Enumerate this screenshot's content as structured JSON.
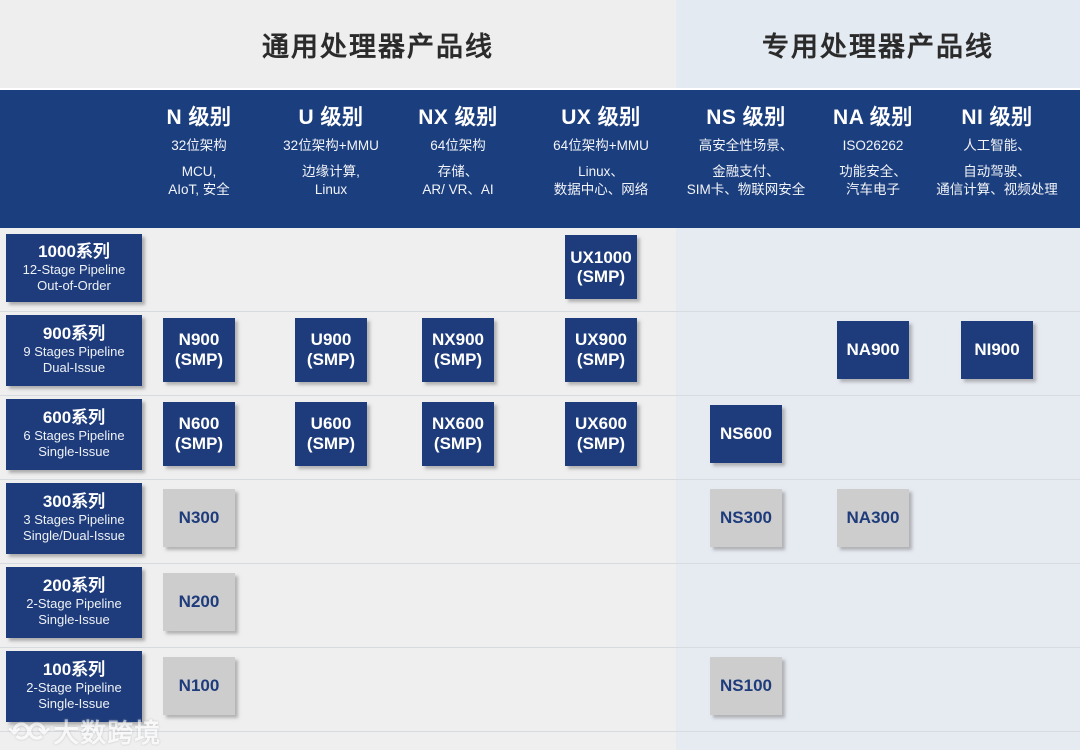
{
  "banner": {
    "left_title": "通用处理器产品线",
    "right_title": "专用处理器产品线"
  },
  "colors": {
    "navy": "#1e3c7b",
    "header_band": "#1b3e7e",
    "grey_chip": "#cdcdcd",
    "zone_left_bg": "#efefef",
    "zone_right_bg": "#e6eaf1",
    "banner_left_bg": "#eeeeee",
    "banner_right_bg": "#e4eaf2"
  },
  "columns": [
    {
      "key": "N",
      "title": "N 级别",
      "arch": "32位架构",
      "apps": [
        "MCU,",
        "AIoT, 安全"
      ]
    },
    {
      "key": "U",
      "title": "U 级别",
      "arch": "32位架构+MMU",
      "apps": [
        "边缘计算,",
        "Linux"
      ]
    },
    {
      "key": "NX",
      "title": "NX 级别",
      "arch": "64位架构",
      "apps": [
        "存储、",
        "AR/ VR、AI"
      ]
    },
    {
      "key": "UX",
      "title": "UX 级别",
      "arch": "64位架构+MMU",
      "apps": [
        "Linux、",
        "数据中心、网络"
      ]
    },
    {
      "key": "NS",
      "title": "NS 级别",
      "arch": "高安全性场景、",
      "apps": [
        "金融支付、",
        "SIM卡、物联网安全"
      ]
    },
    {
      "key": "NA",
      "title": "NA 级别",
      "arch": "ISO26262",
      "apps": [
        "功能安全、",
        "汽车电子"
      ]
    },
    {
      "key": "NI",
      "title": "NI 级别",
      "arch": "人工智能、",
      "apps": [
        "自动驾驶、",
        "通信计算、视频处理"
      ]
    }
  ],
  "rows": [
    {
      "name": "1000系列",
      "sub1": "12-Stage Pipeline",
      "sub2": "Out-of-Order"
    },
    {
      "name": "900系列",
      "sub1": "9 Stages Pipeline",
      "sub2": "Dual-Issue"
    },
    {
      "name": "600系列",
      "sub1": "6 Stages Pipeline",
      "sub2": "Single-Issue"
    },
    {
      "name": "300系列",
      "sub1": "3 Stages Pipeline",
      "sub2": "Single/Dual-Issue"
    },
    {
      "name": "200系列",
      "sub1": "2-Stage Pipeline",
      "sub2": "Single-Issue"
    },
    {
      "name": "100系列",
      "sub1": "2-Stage Pipeline",
      "sub2": "Single-Issue"
    }
  ],
  "chips": [
    {
      "row": 0,
      "col": "UX",
      "line1": "UX1000",
      "line2": "(SMP)",
      "style": "navy"
    },
    {
      "row": 1,
      "col": "N",
      "line1": "N900",
      "line2": "(SMP)",
      "style": "navy"
    },
    {
      "row": 1,
      "col": "U",
      "line1": "U900",
      "line2": "(SMP)",
      "style": "navy"
    },
    {
      "row": 1,
      "col": "NX",
      "line1": "NX900",
      "line2": "(SMP)",
      "style": "navy"
    },
    {
      "row": 1,
      "col": "UX",
      "line1": "UX900",
      "line2": "(SMP)",
      "style": "navy"
    },
    {
      "row": 1,
      "col": "NA",
      "line1": "NA900",
      "line2": "",
      "style": "navy"
    },
    {
      "row": 1,
      "col": "NI",
      "line1": "NI900",
      "line2": "",
      "style": "navy"
    },
    {
      "row": 2,
      "col": "N",
      "line1": "N600",
      "line2": "(SMP)",
      "style": "navy"
    },
    {
      "row": 2,
      "col": "U",
      "line1": "U600",
      "line2": "(SMP)",
      "style": "navy"
    },
    {
      "row": 2,
      "col": "NX",
      "line1": "NX600",
      "line2": "(SMP)",
      "style": "navy"
    },
    {
      "row": 2,
      "col": "UX",
      "line1": "UX600",
      "line2": "(SMP)",
      "style": "navy"
    },
    {
      "row": 2,
      "col": "NS",
      "line1": "NS600",
      "line2": "",
      "style": "navy"
    },
    {
      "row": 3,
      "col": "N",
      "line1": "N300",
      "line2": "",
      "style": "grey"
    },
    {
      "row": 3,
      "col": "NS",
      "line1": "NS300",
      "line2": "",
      "style": "grey"
    },
    {
      "row": 3,
      "col": "NA",
      "line1": "NA300",
      "line2": "",
      "style": "grey"
    },
    {
      "row": 4,
      "col": "N",
      "line1": "N200",
      "line2": "",
      "style": "grey"
    },
    {
      "row": 5,
      "col": "N",
      "line1": "N100",
      "line2": "",
      "style": "grey"
    },
    {
      "row": 5,
      "col": "NS",
      "line1": "NS100",
      "line2": "",
      "style": "grey"
    }
  ],
  "watermark": {
    "mark": "⟲⟳",
    "text": "大数跨境"
  }
}
